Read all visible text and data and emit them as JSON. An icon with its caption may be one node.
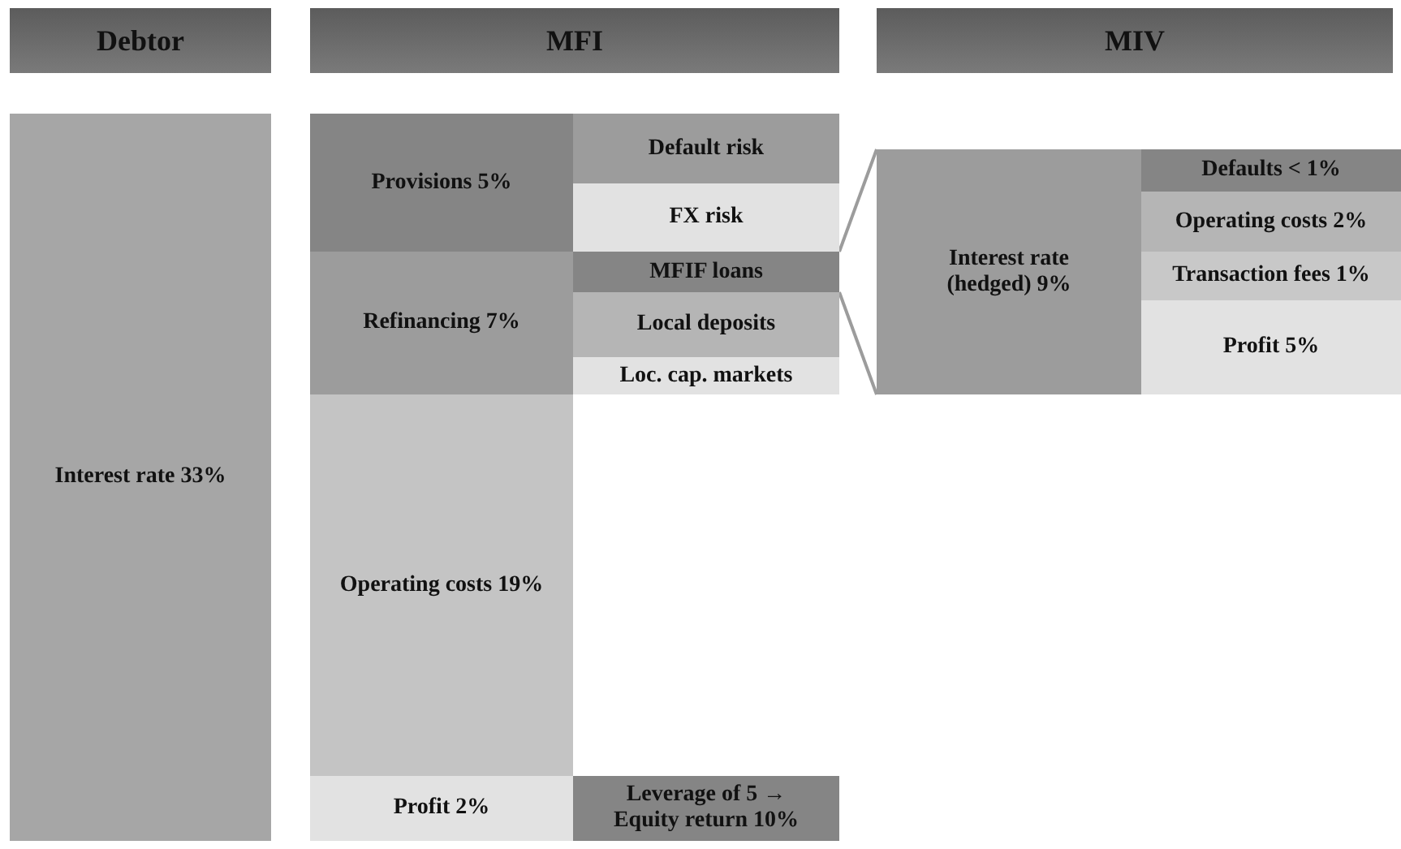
{
  "diagram": {
    "nodes": [
      {
        "text": [
          "Debtor"
        ]
      },
      {
        "text": [
          "MFI"
        ]
      },
      {
        "text": [
          "MIV"
        ]
      },
      {
        "text": [
          "Interest rate 33%"
        ]
      },
      {
        "text": [
          "Provisions 5%"
        ]
      },
      {
        "text": [
          "Default risk"
        ]
      },
      {
        "text": [
          "FX risk"
        ]
      },
      {
        "text": [
          "Refinancing 7%"
        ]
      },
      {
        "text": [
          "MFIF loans"
        ]
      },
      {
        "text": [
          "Local deposits"
        ]
      },
      {
        "text": [
          "Loc. cap. markets"
        ]
      },
      {
        "text": [
          "Operating costs 19%"
        ]
      },
      {
        "text": [
          "Profit  2%"
        ]
      },
      {
        "text": [
          "Leverage of 5 → Equity return 10%"
        ]
      },
      {
        "text": [
          "Interest rate (hedged) 9%"
        ]
      },
      {
        "text": [
          "Defaults < 1%"
        ]
      },
      {
        "text": [
          "Operating costs 2%"
        ]
      },
      {
        "text": [
          "Transaction fees  1%"
        ]
      },
      {
        "text": [
          "Profit  5%"
        ]
      }
    ],
    "edges": [
      {
        "from": 8,
        "to": 14,
        "arrow": "none"
      },
      {
        "from": 8,
        "to": 14,
        "arrow": "none"
      }
    ]
  }
}
